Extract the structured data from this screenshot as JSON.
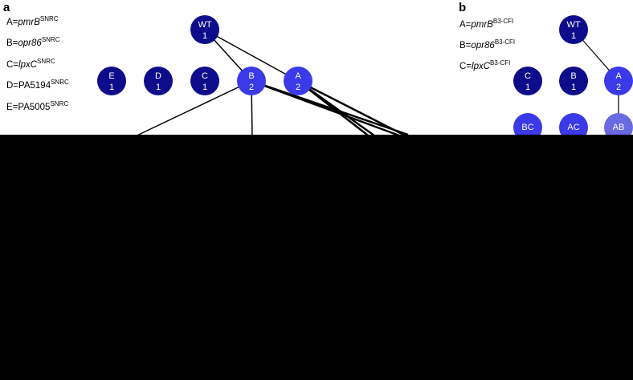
{
  "panels": [
    {
      "id": "a",
      "label": "a",
      "legend": [
        {
          "key": "A=",
          "gene": "pmrB",
          "suffix": "SNRC"
        },
        {
          "key": "B=",
          "gene": "opr86",
          "suffix": "SNRC"
        },
        {
          "key": "C=",
          "gene": "lpxC",
          "suffix": "SNRC"
        },
        {
          "key": "D=PA5194",
          "gene": "",
          "suffix": "SNRC"
        },
        {
          "key": "E=PA5005",
          "gene": "",
          "suffix": "SNRC"
        }
      ],
      "nodes": [
        {
          "id": "a-WT",
          "name": "WT",
          "count": "1",
          "color": "#0d0d8c"
        },
        {
          "id": "a-E",
          "name": "E",
          "count": "1",
          "color": "#0d0d8c"
        },
        {
          "id": "a-D",
          "name": "D",
          "count": "1",
          "color": "#0d0d8c"
        },
        {
          "id": "a-C",
          "name": "C",
          "count": "1",
          "color": "#0d0d8c"
        },
        {
          "id": "a-B",
          "name": "B",
          "count": "2",
          "color": "#3a3ae8"
        },
        {
          "id": "a-A",
          "name": "A",
          "count": "2",
          "color": "#3a3ae8"
        }
      ]
    },
    {
      "id": "b",
      "label": "b",
      "legend": [
        {
          "key": "A=",
          "gene": "pmrB",
          "suffix": "B3-CFI"
        },
        {
          "key": "B=",
          "gene": "opr86",
          "suffix": "B3-CFI"
        },
        {
          "key": "C=",
          "gene": "lpxC",
          "suffix": "B3-CFI"
        }
      ],
      "nodes": [
        {
          "id": "b-WT",
          "name": "WT",
          "count": "1",
          "color": "#0d0d8c"
        },
        {
          "id": "b-C",
          "name": "C",
          "count": "1",
          "color": "#0d0d8c"
        },
        {
          "id": "b-B",
          "name": "B",
          "count": "1",
          "color": "#0d0d8c"
        },
        {
          "id": "b-A",
          "name": "A",
          "count": "2",
          "color": "#3a3ae8"
        },
        {
          "id": "b-BC",
          "name": "BC",
          "count": "",
          "color": "#3a3ae8"
        },
        {
          "id": "b-AC",
          "name": "AC",
          "count": "",
          "color": "#3a3ae8"
        },
        {
          "id": "b-AB",
          "name": "AB",
          "count": "",
          "color": "#6a6ae0"
        }
      ]
    }
  ]
}
